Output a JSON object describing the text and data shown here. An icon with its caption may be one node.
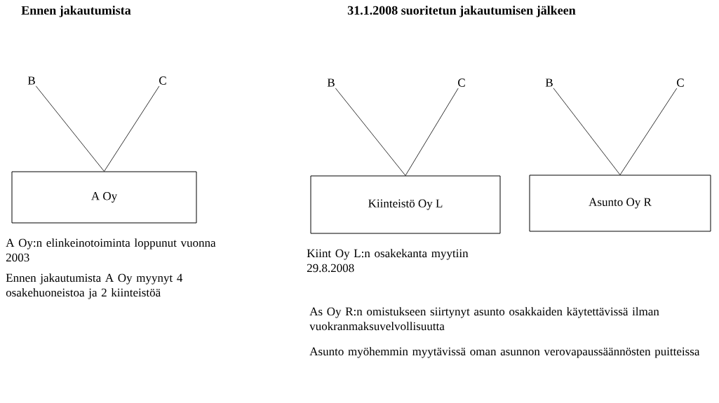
{
  "diagram": {
    "nodes": [
      {
        "text": [
          "B"
        ]
      },
      {
        "text": [
          "C"
        ]
      },
      {
        "text": [
          "A Oy"
        ]
      },
      {
        "text": [
          "B"
        ]
      },
      {
        "text": [
          "C"
        ]
      },
      {
        "text": [
          "Kiinteistö Oy L"
        ]
      },
      {
        "text": [
          "B"
        ]
      },
      {
        "text": [
          "C"
        ]
      },
      {
        "text": [
          "Asunto Oy R"
        ]
      }
    ],
    "edges": [
      {
        "from": 0,
        "to": 2,
        "arrow": "none"
      },
      {
        "from": 1,
        "to": 2,
        "arrow": "none"
      },
      {
        "from": 3,
        "to": 5,
        "arrow": "none"
      },
      {
        "from": 4,
        "to": 5,
        "arrow": "none"
      },
      {
        "from": 6,
        "to": 8,
        "arrow": "none"
      },
      {
        "from": 7,
        "to": 8,
        "arrow": "none"
      }
    ],
    "labels": [
      "Ennen jakautumista",
      "31.1.2008 suoritetun jakautumisen jälkeen",
      "A Oy:n elinkeinotoiminta loppunut vuonna 2003",
      "Ennen jakautumista A Oy myynyt 4 osakehuoneistoa ja 2 kiinteistöä",
      "Kiint Oy L:n osakekanta myytiin 29.8.2008",
      "As Oy R:n omistukseen siirtynyt asunto osakkaiden käytettävissä ilman vuokranmaksuvelvollisuutta",
      "Asunto myöhemmin myytävissä oman asunnon verovapaussäännösten puitteissa"
    ]
  }
}
